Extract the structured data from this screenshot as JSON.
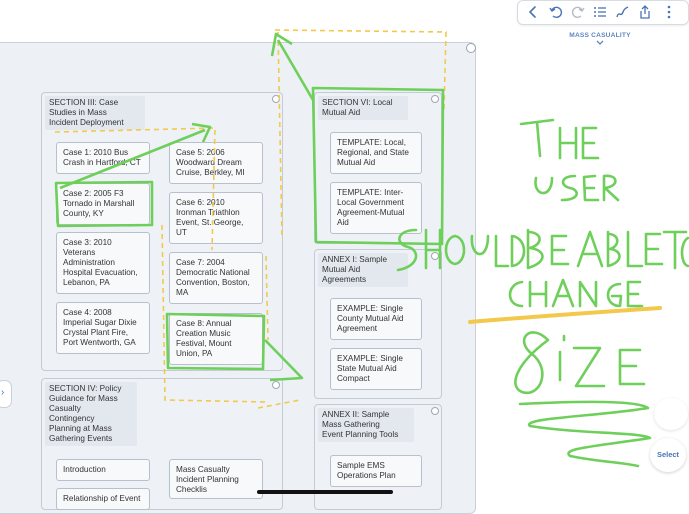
{
  "toolbar": {
    "icons": [
      "back-icon",
      "undo-icon",
      "redo-icon",
      "list-icon",
      "pen-icon",
      "share-icon",
      "more-icon"
    ]
  },
  "document_title": "MASS CASUALITY",
  "sections": {
    "s3": {
      "title": "SECTION III:  Case\nStudies in Mass\nIncident Deployment",
      "cards": [
        "Case 1:  2010 Bus\nCrash in Hartford, CT",
        "Case 2:  2005 F3\nTornado in Marshall\nCounty, KY",
        "Case 3:  2010\nVeterans\nAdministration\nHospital Evacuation,\nLebanon, PA",
        "Case 4:  2008\nImperial Sugar Dixie\nCrystal Plant Fire,\nPort Wentworth, GA",
        "Case 5:  2006\nWoodward Dream\nCruise, Berkley, MI",
        "Case 6:  2010\nIronman Triathlon\nEvent, St. George,\nUT",
        "Case 7:  2004\nDemocratic National\nConvention, Boston,\nMA",
        "Case 8:  Annual\nCreation Music\nFestival, Mount\nUnion, PA"
      ]
    },
    "s4": {
      "title": "SECTION IV:  Policy\nGuidance for Mass\nCasualty\nContingency\nPlanning at Mass\nGathering Events",
      "cards": [
        "Introduction",
        "Mass Casualty\nIncident Planning\nChecklis",
        "Relationship of Event"
      ]
    },
    "s6": {
      "title": "SECTION VI:  Local\nMutual Aid",
      "cards": [
        "TEMPLATE:  Local,\nRegional, and State\nMutual Aid",
        "TEMPLATE:  Inter-\nLocal Government\nAgreement-Mutual\nAid"
      ]
    },
    "annex1": {
      "title": "ANNEX I:  Sample\nMutual Aid\nAgreements",
      "cards": [
        "EXAMPLE:  Single\nCounty Mutual Aid\nAgreement",
        "EXAMPLE:  Single\nState Mutual Aid\nCompact"
      ]
    },
    "annex2": {
      "title": "ANNEX II:  Sample\nMass Gathering\nEvent Planning Tools",
      "cards": [
        "Sample EMS\nOperations Plan"
      ]
    }
  },
  "buttons": {
    "select": "Select",
    "left_arrow": "›"
  },
  "annotation": {
    "lines": [
      "THE",
      "USER",
      "SHOULD BE ABLE TO",
      "CHANGE",
      "SIZE"
    ],
    "color": "#6fcf5b",
    "highlight_color": "#f2c94c"
  }
}
